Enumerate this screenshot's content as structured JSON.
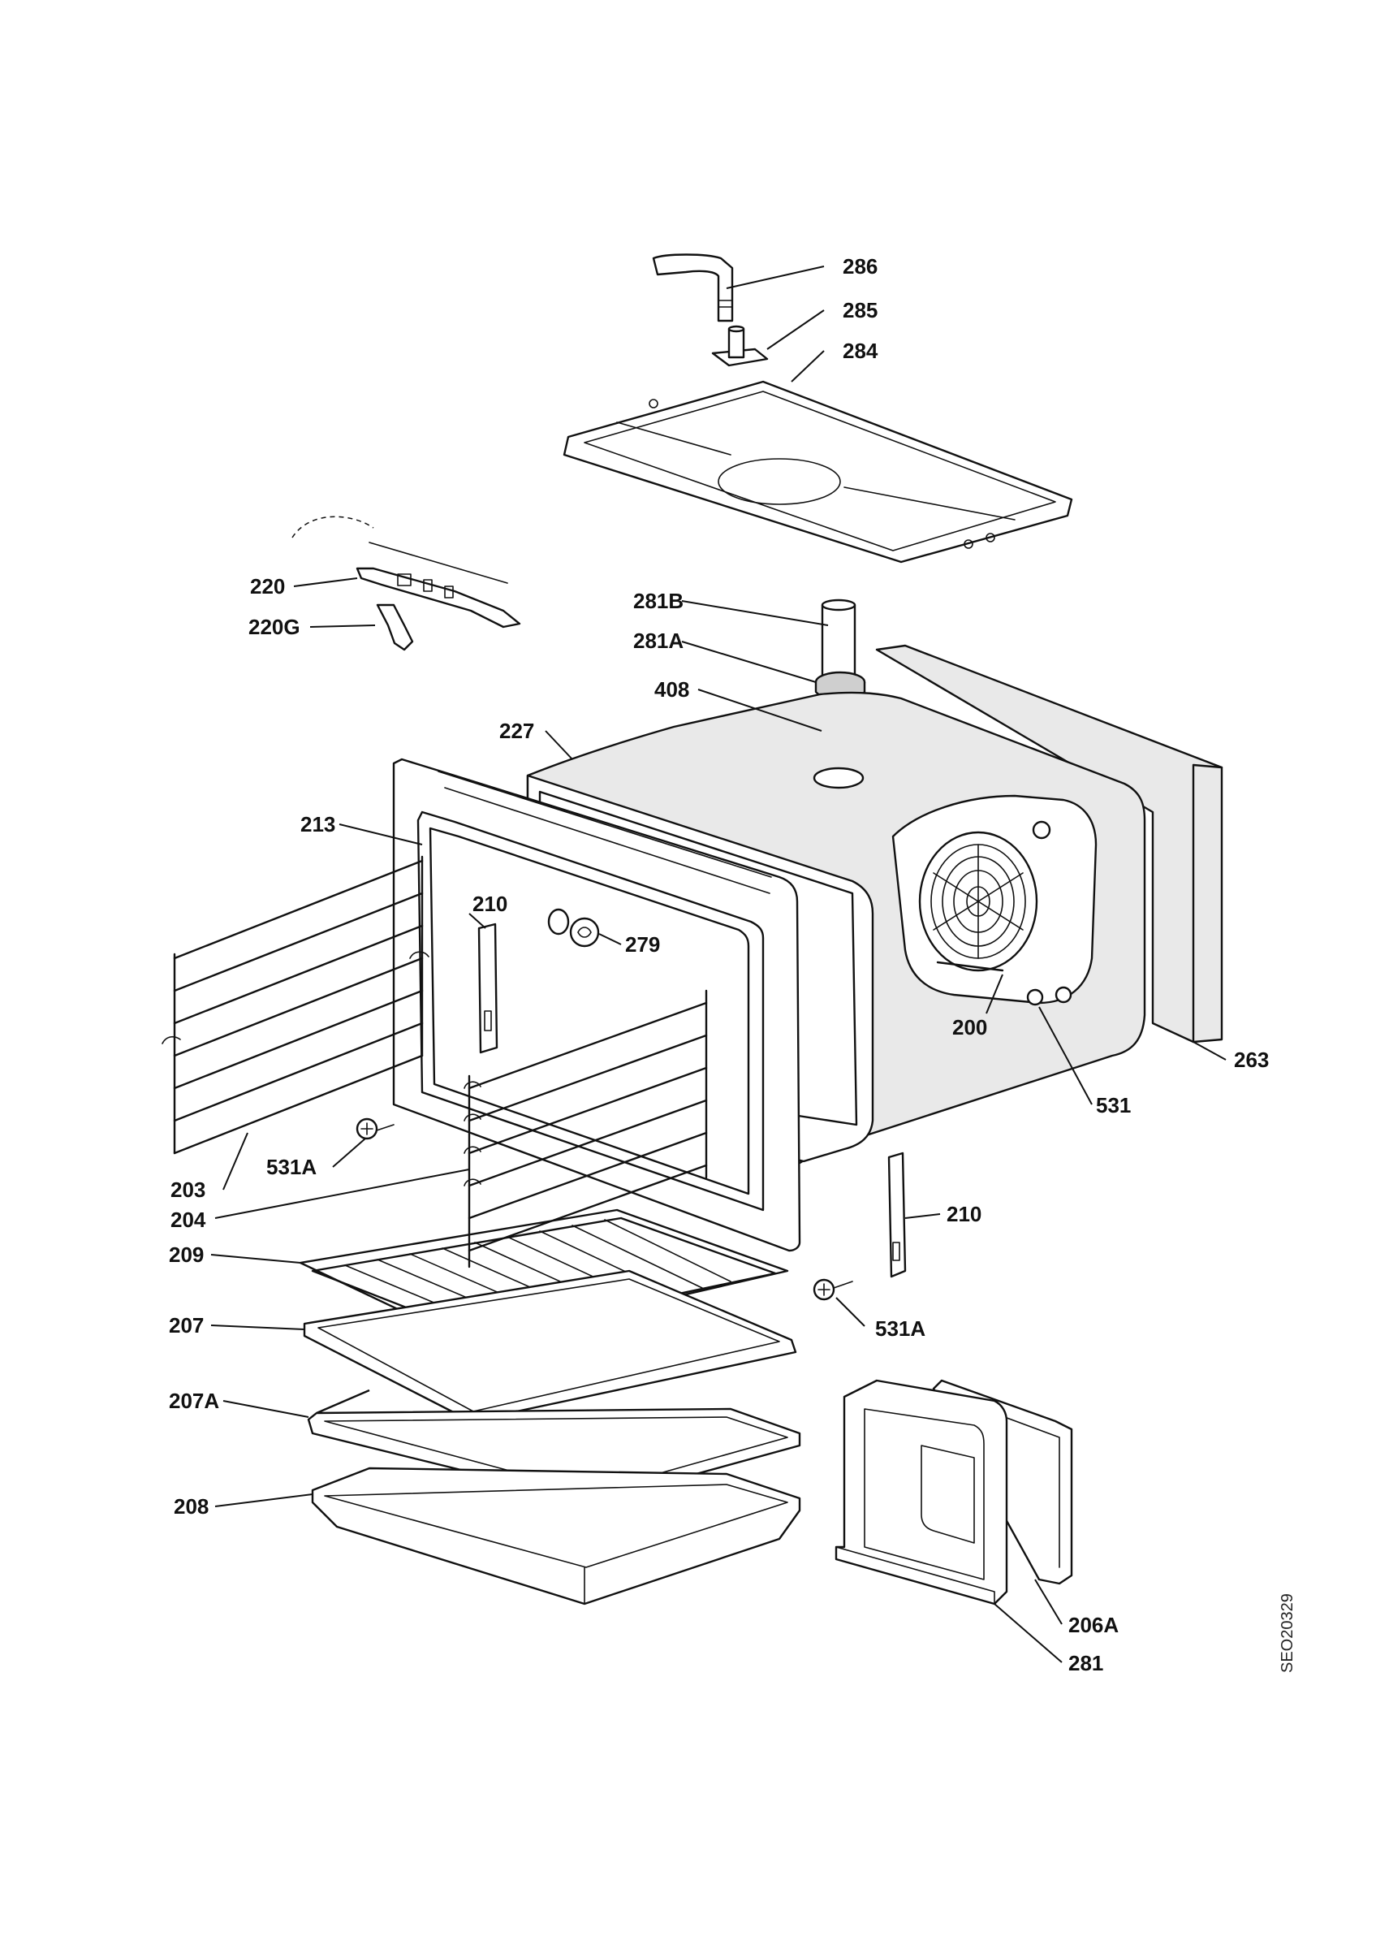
{
  "drawing_code": "SEO20329",
  "labels": {
    "l286": "286",
    "l285": "285",
    "l284": "284",
    "l220": "220",
    "l220G": "220G",
    "l281B": "281B",
    "l281A": "281A",
    "l408": "408",
    "l227": "227",
    "l213": "213",
    "l210a": "210",
    "l279": "279",
    "l200": "200",
    "l263": "263",
    "l531": "531",
    "l203": "203",
    "l531Aa": "531A",
    "l204": "204",
    "l210b": "210",
    "l209": "209",
    "l531Ab": "531A",
    "l207": "207",
    "l207A": "207A",
    "l208": "208",
    "l206A": "206A",
    "l281": "281"
  }
}
